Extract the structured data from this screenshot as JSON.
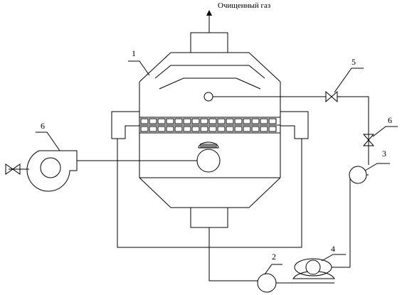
{
  "diagram": {
    "outlet_label": "Очищенный газ",
    "callouts": [
      {
        "id": "absorber",
        "text": "1"
      },
      {
        "id": "pump-circle",
        "text": "2"
      },
      {
        "id": "small-pump",
        "text": "3"
      },
      {
        "id": "pump-motor",
        "text": "4"
      },
      {
        "id": "valve-top",
        "text": "5"
      },
      {
        "id": "valve-right",
        "text": "6"
      },
      {
        "id": "fan",
        "text": "6"
      }
    ]
  }
}
